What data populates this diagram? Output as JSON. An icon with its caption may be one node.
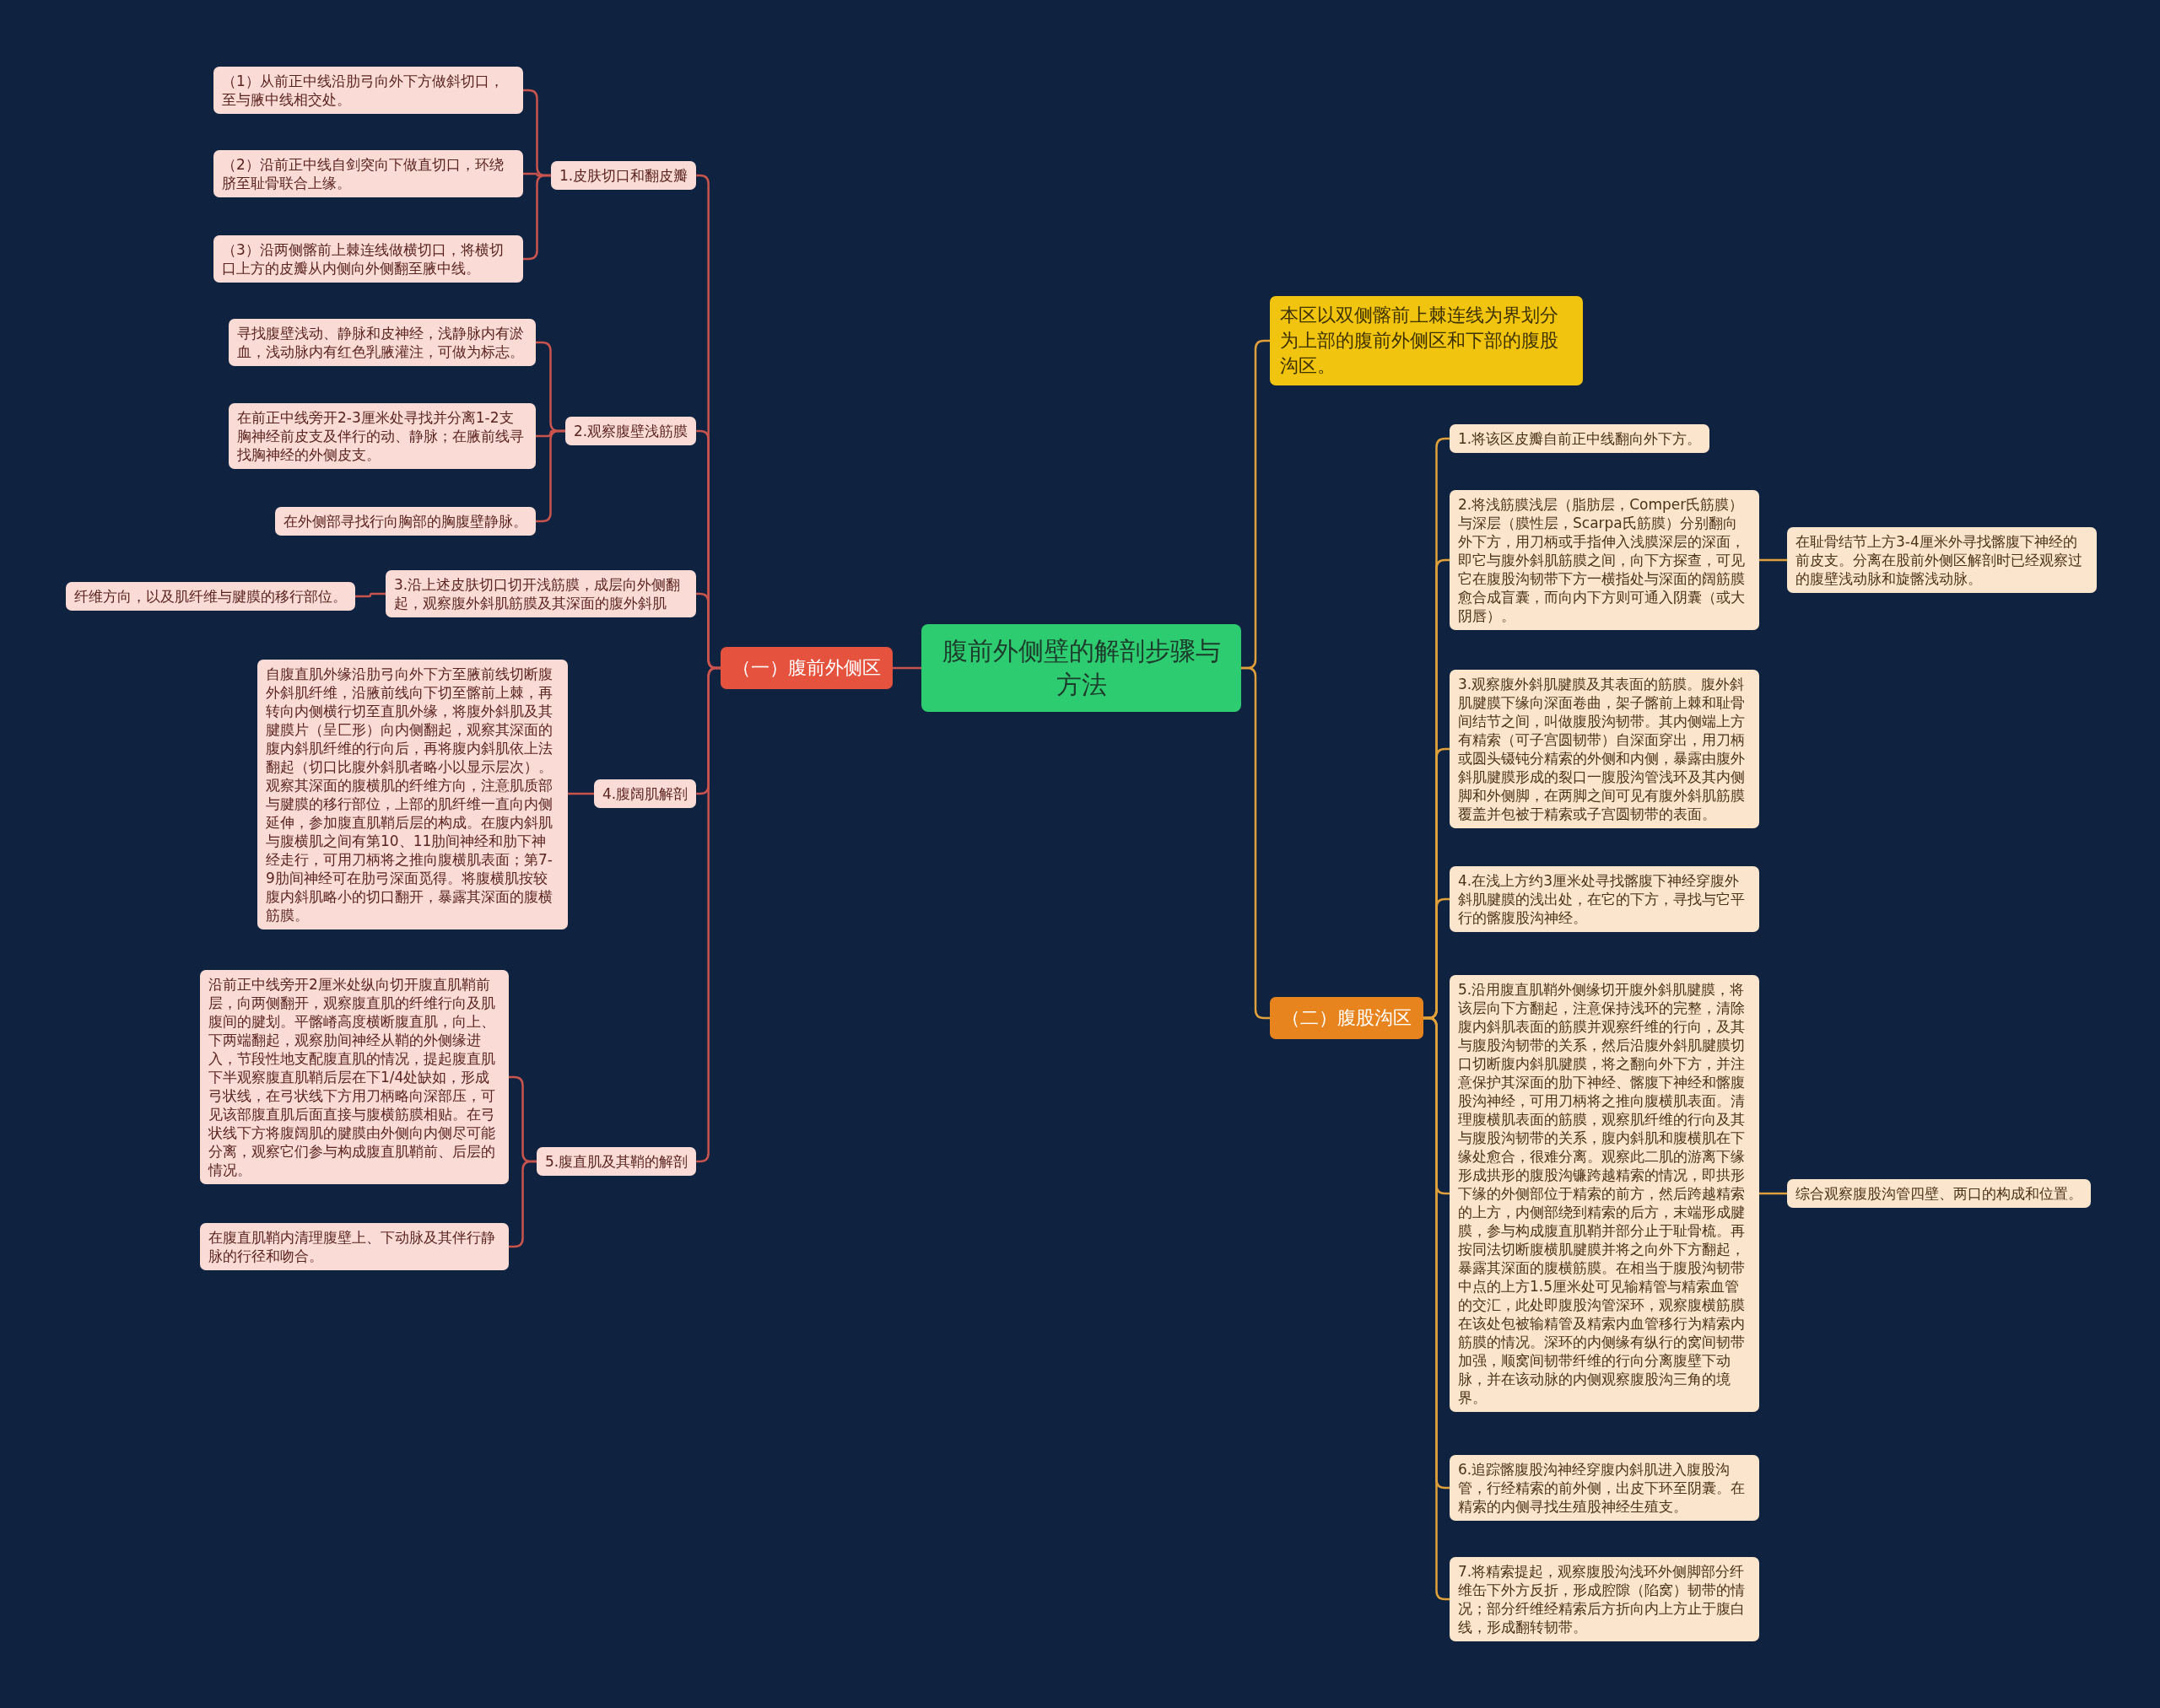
{
  "diagram": {
    "nodes": [
      {
        "text": [
          "腹前外侧壁的解剖步骤与方法"
        ]
      },
      {
        "text": [
          "（一）腹前外侧区"
        ]
      },
      {
        "text": [
          "1.皮肤切口和翻皮瓣"
        ]
      },
      {
        "text": [
          "（1）从前正中线沿肋弓向外下方做斜切口，至与腋中线相交处。"
        ]
      },
      {
        "text": [
          "（2）沿前正中线自剑突向下做直切口，环绕脐至耻骨联合上缘。"
        ]
      },
      {
        "text": [
          "（3）沿两侧髂前上棘连线做横切口，将横切口上方的皮瓣从内侧向外侧翻至腋中线。"
        ]
      },
      {
        "text": [
          "2.观察腹壁浅筋膜"
        ]
      },
      {
        "text": [
          "寻找腹壁浅动、静脉和皮神经，浅静脉内有淤血，浅动脉内有红色乳腋灌注，可做为标志。"
        ]
      },
      {
        "text": [
          "在前正中线旁开2-3厘米处寻找并分离1-2支胸神经前皮支及伴行的动、静脉；在腋前线寻找胸神经的外侧皮支。"
        ]
      },
      {
        "text": [
          "在外侧部寻找行向胸部的胸腹壁静脉。"
        ]
      },
      {
        "text": [
          "3.沿上述皮肤切口切开浅筋膜，成层向外侧翻起，观察腹外斜肌筋膜及其深面的腹外斜肌"
        ]
      },
      {
        "text": [
          "纤维方向，以及肌纤维与腱膜的移行部位。"
        ]
      },
      {
        "text": [
          "4.腹阔肌解剖"
        ]
      },
      {
        "text": [
          "自腹直肌外缘沿肋弓向外下方至腋前线切断腹外斜肌纤维，沿腋前线向下切至髂前上棘，再转向内侧横行切至直肌外缘，将腹外斜肌及其腱膜片（呈匚形）向内侧翻起，观察其深面的腹内斜肌纤维的行向后，再将腹内斜肌依上法翻起（切口比腹外斜肌者略小以显示层次）。观察其深面的腹横肌的纤维方向，注意肌质部与腱膜的移行部位，上部的肌纤维一直向内侧延伸，参加腹直肌鞘后层的构成。在腹内斜肌与腹横肌之间有第10、11肋间神经和肋下神经走行，可用刀柄将之推向腹横肌表面；第7-9肋间神经可在肋弓深面觅得。将腹横肌按较腹内斜肌略小的切口翻开，暴露其深面的腹横筋膜。"
        ]
      },
      {
        "text": [
          "5.腹直肌及其鞘的解剖"
        ]
      },
      {
        "text": [
          "沿前正中线旁开2厘米处纵向切开腹直肌鞘前层，向两侧翻开，观察腹直肌的纤维行向及肌腹间的腱划。平髂嵴高度横断腹直肌，向上、下两端翻起，观察肋间神经从鞘的外侧缘进入，节段性地支配腹直肌的情况，提起腹直肌下半观察腹直肌鞘后层在下1/4处缺如，形成弓状线，在弓状线下方用刀柄略向深部压，可见该部腹直肌后面直接与腹横筋膜相贴。在弓状线下方将腹阔肌的腱膜由外侧向内侧尽可能分离，观察它们参与构成腹直肌鞘前、后层的情况。"
        ]
      },
      {
        "text": [
          "在腹直肌鞘内清理腹壁上、下动脉及其伴行静脉的行径和吻合。"
        ]
      },
      {
        "text": [
          "本区以双侧髂前上棘连线为界划分为上部的腹前外侧区和下部的腹股沟区。"
        ]
      },
      {
        "text": [
          "（二）腹股沟区"
        ]
      },
      {
        "text": [
          "1.将该区皮瓣自前正中线翻向外下方。"
        ]
      },
      {
        "text": [
          "2.将浅筋膜浅层（脂肪层，Comper氏筋膜）与深层（膜性层，Scarpa氏筋膜）分别翻向外下方，用刀柄或手指伸入浅膜深层的深面，即它与腹外斜肌筋膜之间，向下方探查，可见它在腹股沟韧带下方一横指处与深面的阔筋膜愈合成盲囊，而向内下方则可通入阴囊（或大阴唇）。"
        ]
      },
      {
        "text": [
          "在耻骨结节上方3-4厘米外寻找髂腹下神经的前皮支。分离在股前外侧区解剖时已经观察过的腹壁浅动脉和旋髂浅动脉。"
        ]
      },
      {
        "text": [
          "3.观察腹外斜肌腱膜及其表面的筋膜。腹外斜肌腱膜下缘向深面卷曲，架子髂前上棘和耻骨间结节之间，叫做腹股沟韧带。其内侧端上方有精索（可子宫圆韧带）自深面穿出，用刀柄或圆头镊钝分精索的外侧和内侧，暴露由腹外斜肌腱膜形成的裂口一腹股沟管浅环及其内侧脚和外侧脚，在两脚之间可见有腹外斜肌筋膜覆盖并包被于精索或子宫圆韧带的表面。"
        ]
      },
      {
        "text": [
          "4.在浅上方约3厘米处寻找髂腹下神经穿腹外斜肌腱膜的浅出处，在它的下方，寻找与它平行的髂腹股沟神经。"
        ]
      },
      {
        "text": [
          "5.沿用腹直肌鞘外侧缘切开腹外斜肌腱膜，将该层向下方翻起，注意保持浅环的完整，清除腹内斜肌表面的筋膜并观察纤维的行向，及其与腹股沟韧带的关系，然后沿腹外斜肌腱膜切口切断腹内斜肌腱膜，将之翻向外下方，并注意保护其深面的肋下神经、髂腹下神经和髂腹股沟神经，可用刀柄将之推向腹横肌表面。清理腹横肌表面的筋膜，观察肌纤维的行向及其与腹股沟韧带的关系，腹内斜肌和腹横肌在下缘处愈合，很难分离。观察此二肌的游离下缘形成拱形的腹股沟镰跨越精索的情况，即拱形下缘的外侧部位于精索的前方，然后跨越精索的上方，内侧部绕到精索的后方，末端形成腱膜，参与构成腹直肌鞘并部分止于耻骨梳。再按同法切断腹横肌腱膜并将之向外下方翻起，暴露其深面的腹横筋膜。在相当于腹股沟韧带中点的上方1.5厘米处可见输精管与精索血管的交汇，此处即腹股沟管深环，观察腹横筋膜在该处包被输精管及精索内血管移行为精索内筋膜的情况。深环的内侧缘有纵行的窝间韧带加强，顺窝间韧带纤维的行向分离腹壁下动脉，并在该动脉的内侧观察腹股沟三角的境界。"
        ]
      },
      {
        "text": [
          "综合观察腹股沟管四壁、两口的构成和位置。"
        ]
      },
      {
        "text": [
          "6.追踪髂腹股沟神经穿腹内斜肌进入腹股沟管，行经精索的前外侧，出皮下环至阴囊。在精索的内侧寻找生殖股神经生殖支。"
        ]
      },
      {
        "text": [
          "7.将精索提起，观察腹股沟浅环外侧脚部分纤维缶下外方反折，形成腔隙（陷窝）韧带的情况；部分纤维经精索后方折向内上方止于腹白线，形成翻转韧带。"
        ]
      }
    ],
    "edges": [
      {
        "from": 0,
        "to": 1,
        "arrow": "none"
      },
      {
        "from": 1,
        "to": 2,
        "arrow": "none"
      },
      {
        "from": 2,
        "to": 3,
        "arrow": "none"
      },
      {
        "from": 2,
        "to": 4,
        "arrow": "none"
      },
      {
        "from": 2,
        "to": 5,
        "arrow": "none"
      },
      {
        "from": 1,
        "to": 6,
        "arrow": "none"
      },
      {
        "from": 6,
        "to": 7,
        "arrow": "none"
      },
      {
        "from": 6,
        "to": 8,
        "arrow": "none"
      },
      {
        "from": 6,
        "to": 9,
        "arrow": "none"
      },
      {
        "from": 1,
        "to": 10,
        "arrow": "none"
      },
      {
        "from": 10,
        "to": 11,
        "arrow": "none"
      },
      {
        "from": 1,
        "to": 12,
        "arrow": "none"
      },
      {
        "from": 12,
        "to": 13,
        "arrow": "none"
      },
      {
        "from": 1,
        "to": 14,
        "arrow": "none"
      },
      {
        "from": 14,
        "to": 15,
        "arrow": "none"
      },
      {
        "from": 14,
        "to": 16,
        "arrow": "none"
      },
      {
        "from": 0,
        "to": 17,
        "arrow": "none",
        "color": "#e0a03a"
      },
      {
        "from": 0,
        "to": 18,
        "arrow": "none",
        "color": "#e0a03a"
      },
      {
        "from": 18,
        "to": 19,
        "arrow": "none",
        "color": "#e0a03a"
      },
      {
        "from": 18,
        "to": 20,
        "arrow": "none",
        "color": "#e0a03a"
      },
      {
        "from": 20,
        "to": 21,
        "arrow": "none",
        "color": "#e0a03a"
      },
      {
        "from": 18,
        "to": 22,
        "arrow": "none",
        "color": "#e0a03a"
      },
      {
        "from": 18,
        "to": 23,
        "arrow": "none",
        "color": "#e0a03a"
      },
      {
        "from": 18,
        "to": 24,
        "arrow": "none",
        "color": "#e0a03a"
      },
      {
        "from": 24,
        "to": 25,
        "arrow": "none",
        "color": "#e0a03a"
      },
      {
        "from": 18,
        "to": 26,
        "arrow": "none",
        "color": "#e0a03a"
      },
      {
        "from": 18,
        "to": 27,
        "arrow": "none",
        "color": "#e0a03a"
      }
    ]
  }
}
